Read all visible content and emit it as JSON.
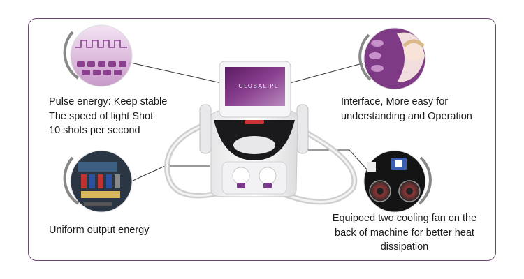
{
  "captions": {
    "top_left": [
      "Pulse energy: Keep stable",
      "The speed of light Shot",
      "10 shots per second"
    ],
    "top_right": [
      "Interface, More easy for",
      "understanding and Operation"
    ],
    "bottom_left": [
      "Uniform output energy"
    ],
    "bottom_right": [
      "Equipoed two cooling fan on the",
      "back of machine for better heat",
      "dissipation"
    ]
  },
  "device": {
    "screen_brand": "GLOBALIPL"
  },
  "colors": {
    "frame_border": "#6a4a6e",
    "accent_purple": "#8a3f8f",
    "screen_purple": "#7a2c7e"
  },
  "icons": {
    "pulse_detail": "waveform-keypad-icon",
    "interface_detail": "touch-interface-icon",
    "energy_detail": "circuit-board-icon",
    "fan_detail": "cooling-fan-icon"
  }
}
